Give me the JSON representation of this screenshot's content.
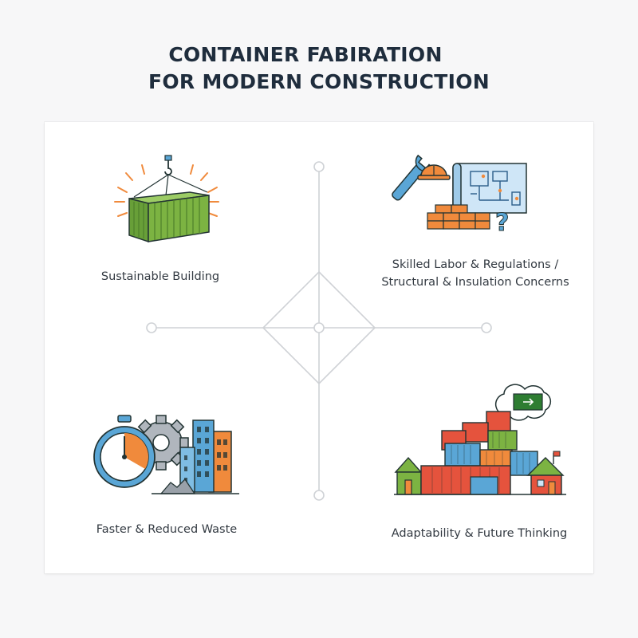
{
  "title": {
    "line1": "CONTAINER FABIRATION",
    "line2": "FOR MODERN CONSTRUCTION"
  },
  "quadrants": [
    {
      "position": "top-left",
      "label": "Sustainable Building",
      "icon": "shipping-container-crane-icon"
    },
    {
      "position": "top-right",
      "label_lines": [
        "Skilled Labor & Regulations /",
        "Structural & Insulation Concerns"
      ],
      "icon": "tools-blueprint-bricks-icon"
    },
    {
      "position": "bottom-left",
      "label": "Faster & Reduced Waste",
      "icon": "stopwatch-gear-building-icon"
    },
    {
      "position": "bottom-right",
      "label": "Adaptability & Future Thinking",
      "icon": "stacked-containers-houses-icon"
    }
  ],
  "colors": {
    "title": "#1f2d3d",
    "green": "#7cb342",
    "orange": "#f08a3c",
    "blue": "#5aa6d6",
    "red": "#e5533d",
    "line": "#cfd2d6"
  }
}
